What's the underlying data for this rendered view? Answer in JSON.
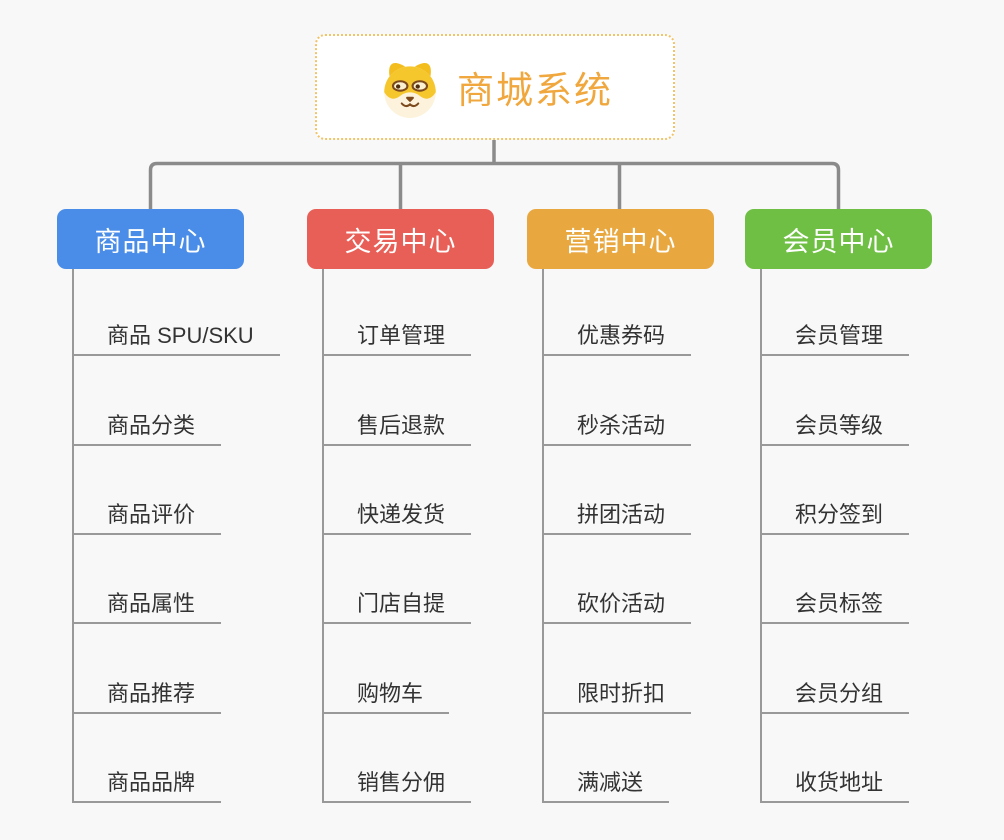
{
  "root": {
    "title": "商城系统",
    "icon": "dog-face-icon",
    "text_color": "#f0a73d",
    "border_color": "#f2c46a",
    "background": "#ffffff"
  },
  "connectors": {
    "trunk_color": "#8b8b8b",
    "child_line_color": "#999999"
  },
  "page_background": "#f8f8f8",
  "branches": [
    {
      "label": "商品中心",
      "color": "#4a8de8",
      "children": [
        "商品 SPU/SKU",
        "商品分类",
        "商品评价",
        "商品属性",
        "商品推荐",
        "商品品牌"
      ]
    },
    {
      "label": "交易中心",
      "color": "#e85f57",
      "children": [
        "订单管理",
        "售后退款",
        "快递发货",
        "门店自提",
        "购物车",
        "销售分佣"
      ]
    },
    {
      "label": "营销中心",
      "color": "#e9a83f",
      "children": [
        "优惠券码",
        "秒杀活动",
        "拼团活动",
        "砍价活动",
        "限时折扣",
        "满减送"
      ]
    },
    {
      "label": "会员中心",
      "color": "#6ebf43",
      "children": [
        "会员管理",
        "会员等级",
        "积分签到",
        "会员标签",
        "会员分组",
        "收货地址"
      ]
    }
  ]
}
